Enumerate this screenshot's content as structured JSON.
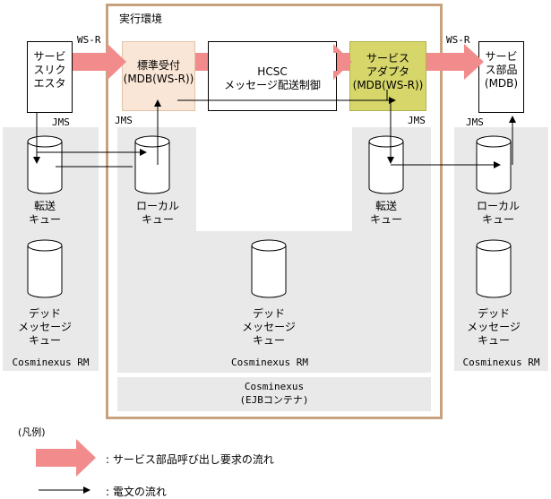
{
  "exec_env": {
    "title": "実行環境"
  },
  "requester": {
    "label": "サービ\nスリク\nエスタ",
    "protocol": "WS-R",
    "jms": "JMS"
  },
  "standard_receiver": {
    "label": "標準受付\n(MDB(WS-R))",
    "jms": "JMS"
  },
  "hcsc": {
    "label": "HCSC\nメッセージ配送制御"
  },
  "adapter": {
    "label": "サービス\nアダプタ\n(MDB(WS-R))",
    "jms": "JMS"
  },
  "service_part": {
    "label": "サービ\nス部品\n(MDB)",
    "protocol": "WS-R",
    "jms": "JMS"
  },
  "left_rm": {
    "transfer_queue": "転送\nキュー",
    "dead_queue": "デッド\nメッセージ\nキュー",
    "rm": "Cosminexus RM"
  },
  "center_rm": {
    "local_queue": "ローカル\nキュー",
    "transfer_queue": "転送\nキュー",
    "dead_queue": "デッド\nメッセージ\nキュー",
    "rm": "Cosminexus RM"
  },
  "ejb": {
    "label": "Cosminexus\n(EJBコンテナ)"
  },
  "right_rm": {
    "local_queue": "ローカル\nキュー",
    "dead_queue": "デッド\nメッセージ\nキュー",
    "rm": "Cosminexus RM"
  },
  "legend": {
    "title": "(凡例)",
    "request_flow": ": サービス部品呼び出し要求の流れ",
    "message_flow": ": 電文の流れ"
  },
  "colors": {
    "flow_arrow": "#f28c8c",
    "frame": "#c8a27e",
    "receiver_fill": "#fae6d6",
    "adapter_fill": "#d6d66a",
    "grey_panel": "#e9e9e9"
  }
}
